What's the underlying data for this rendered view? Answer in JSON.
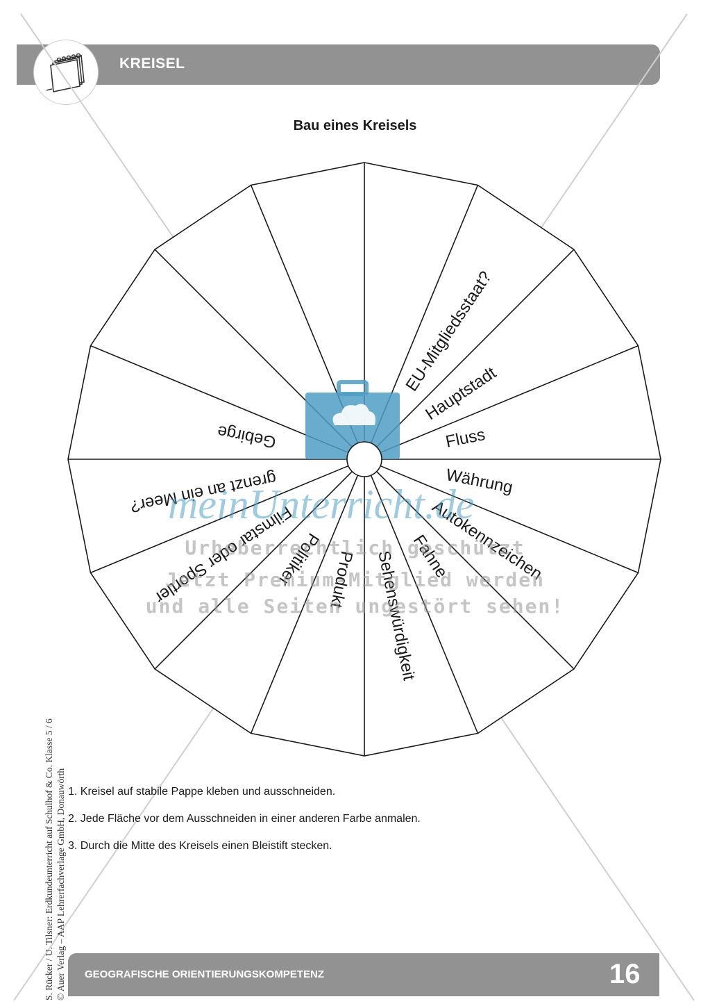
{
  "header": {
    "title": "KREISEL"
  },
  "document": {
    "title": "Bau eines Kreisels",
    "wedge_labels": [
      "EU-Mitgliedsstaat?",
      "Hauptstadt",
      "Fluss",
      "Währung",
      "Autokennzeichen",
      "Fahne",
      "Sehenswürdigkeit",
      "Produkt",
      "Politiker",
      "Filmstar oder Sportler",
      "grenzt an ein Meer?",
      "Gebirge"
    ],
    "instructions": [
      "1. Kreisel auf stabile Pappe kleben und ausschneiden.",
      "2. Jede Fläche vor dem Ausschneiden in einer anderen Farbe anmalen.",
      "3. Durch die Mitte des Kreisels einen Bleistift stecken."
    ],
    "credit_lines": [
      "S. Rücker / U. Tilsner: Erdkundeunterricht auf Schulhof & Co. Klasse 5 / 6",
      "© Auer Verlag – AAP Lehrerfachverlage GmbH, Donauwörth"
    ]
  },
  "footer": {
    "text": "GEOGRAFISCHE ORIENTIERUNGSKOMPETENZ",
    "page_number": "16"
  },
  "watermark": {
    "brand": "meinUnterricht.de",
    "lines": [
      "Urheberrechtlich geschützt",
      "Jetzt Premium-Mitglied werden",
      "und alle Seiten ungestört sehen!"
    ]
  },
  "colors": {
    "header_gray": "#929292",
    "watermark_blue": "#4f9ec4"
  },
  "icons": {
    "header": "notepad-icon",
    "watermark": "briefcase-cloud-icon"
  }
}
